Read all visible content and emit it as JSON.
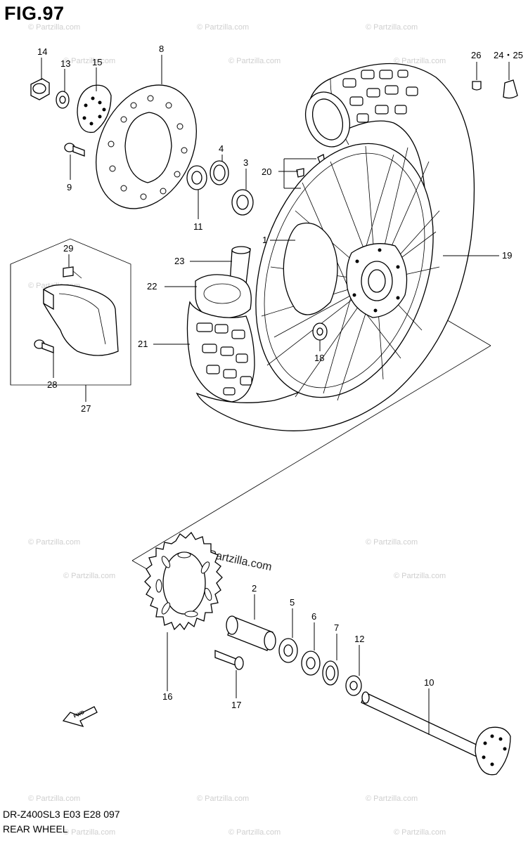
{
  "figure": {
    "title": "FIG.97",
    "model_line": "DR-Z400SL3  E03  E28  097",
    "section_name": "REAR WHEEL",
    "fwd_label": "FWD"
  },
  "watermark": {
    "text": "© Partzilla.com",
    "center_text": "© Partzilla.com"
  },
  "callouts": [
    {
      "id": "14",
      "label": "14"
    },
    {
      "id": "13",
      "label": "13"
    },
    {
      "id": "15",
      "label": "15"
    },
    {
      "id": "8",
      "label": "8"
    },
    {
      "id": "9",
      "label": "9"
    },
    {
      "id": "4",
      "label": "4"
    },
    {
      "id": "3",
      "label": "3"
    },
    {
      "id": "11",
      "label": "11"
    },
    {
      "id": "20",
      "label": "20"
    },
    {
      "id": "26",
      "label": "26"
    },
    {
      "id": "24-25",
      "label": "24・25"
    },
    {
      "id": "1",
      "label": "1"
    },
    {
      "id": "19",
      "label": "19"
    },
    {
      "id": "23",
      "label": "23"
    },
    {
      "id": "22",
      "label": "22"
    },
    {
      "id": "21",
      "label": "21"
    },
    {
      "id": "29",
      "label": "29"
    },
    {
      "id": "28",
      "label": "28"
    },
    {
      "id": "27",
      "label": "27"
    },
    {
      "id": "18",
      "label": "18"
    },
    {
      "id": "2",
      "label": "2"
    },
    {
      "id": "5",
      "label": "5"
    },
    {
      "id": "6",
      "label": "6"
    },
    {
      "id": "7",
      "label": "7"
    },
    {
      "id": "12",
      "label": "12"
    },
    {
      "id": "10",
      "label": "10"
    },
    {
      "id": "16",
      "label": "16"
    },
    {
      "id": "17",
      "label": "17"
    }
  ]
}
